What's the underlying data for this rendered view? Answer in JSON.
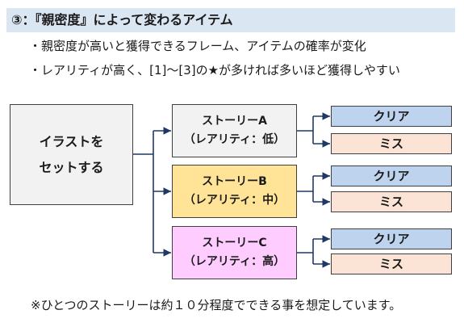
{
  "heading": "③：『親密度』によって変わるアイテム",
  "bullets": [
    "・親密度が高いと獲得できるフレーム、アイテムの確率が変化",
    "・レアリティが高く、[1]～[3]の★が多ければ多いほど獲得しやすい"
  ],
  "root": {
    "line1": "イラストを",
    "line2": "セットする"
  },
  "stories": [
    {
      "title": "ストーリーA",
      "rarity": "（レアリティ：低）",
      "color": "#f2f2f2"
    },
    {
      "title": "ストーリーB",
      "rarity": "（レアリティ：中）",
      "color": "#ffe396"
    },
    {
      "title": "ストーリーC",
      "rarity": "（レアリティ：高）",
      "color": "#ffccff"
    }
  ],
  "results": {
    "clear": "クリア",
    "miss": "ミス"
  },
  "colors": {
    "clear": "#bed3ee",
    "miss": "#fbe4d6",
    "heading_bg": "#dbe6f3",
    "arrow": "#1f3864"
  },
  "footnote": "※ひとつのストーリーは約１０分程度でできる事を想定しています。"
}
